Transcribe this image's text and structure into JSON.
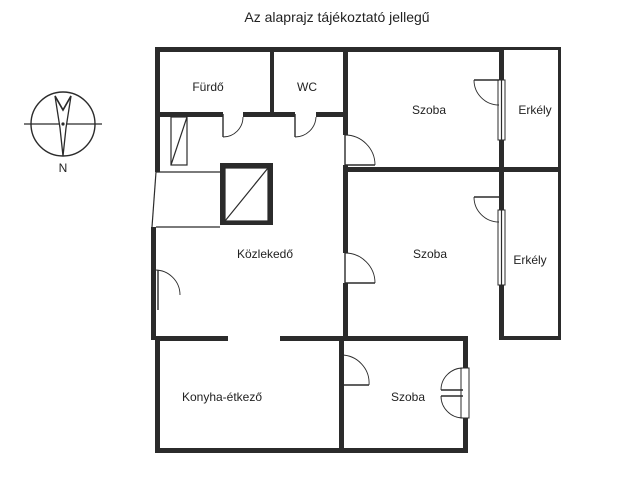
{
  "title": "Az alaprajz tájékoztató jellegű",
  "compass": {
    "north_label": "N",
    "icon": "north-arrow-icon"
  },
  "rooms": [
    {
      "id": "furdo",
      "label": "Fürdő"
    },
    {
      "id": "wc",
      "label": "WC"
    },
    {
      "id": "szoba1",
      "label": "Szoba"
    },
    {
      "id": "erkely1",
      "label": "Erkély"
    },
    {
      "id": "kozlekedo",
      "label": "Közlekedő"
    },
    {
      "id": "szoba2",
      "label": "Szoba"
    },
    {
      "id": "erkely2",
      "label": "Erkély"
    },
    {
      "id": "konyha",
      "label": "Konyha-étkező"
    },
    {
      "id": "szoba3",
      "label": "Szoba"
    }
  ],
  "colors": {
    "wall": "#2b2b2b",
    "background": "#ffffff"
  }
}
